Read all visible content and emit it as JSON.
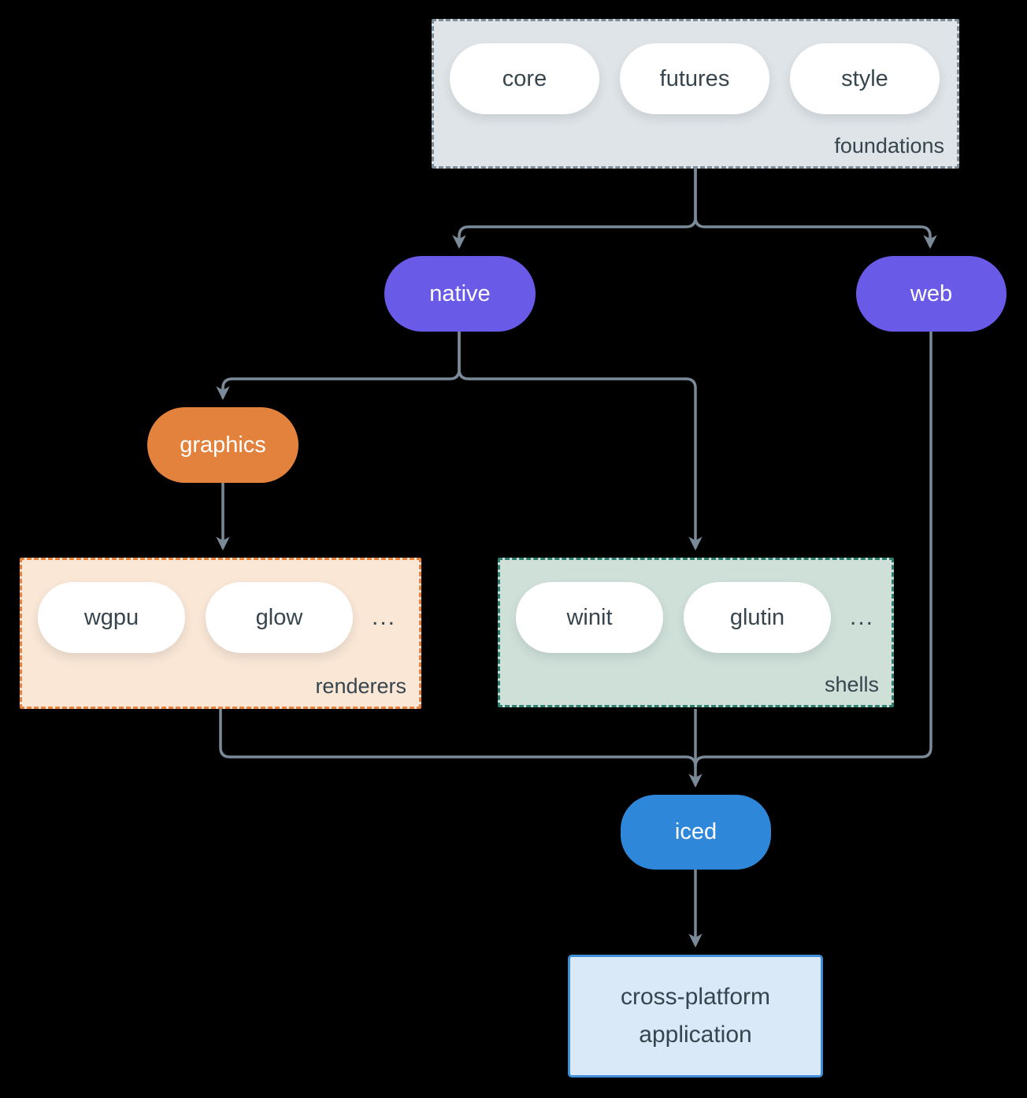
{
  "theme": {
    "bg": "#000000",
    "line": "#7b8a98",
    "text-dark": "#36454e",
    "pill-white": "#ffffff",
    "purple": "#6a5ae8",
    "orange": "#e2823d",
    "blue": "#2e87d8",
    "foundations-bg": "#dfe4e8",
    "foundations-border": "#7e8d9a",
    "renderers-bg": "#fae7d6",
    "renderers-border": "#e8823c",
    "shells-bg": "#cfe0d9",
    "shells-border": "#2f7f70",
    "app-bg": "#d9e9f8",
    "app-border": "#3f8ed8"
  },
  "groups": {
    "foundations": {
      "label": "foundations",
      "pills": [
        {
          "label": "core"
        },
        {
          "label": "futures"
        },
        {
          "label": "style"
        }
      ]
    },
    "renderers": {
      "label": "renderers",
      "pills": [
        {
          "label": "wgpu"
        },
        {
          "label": "glow"
        }
      ],
      "ellipsis": "..."
    },
    "shells": {
      "label": "shells",
      "pills": [
        {
          "label": "winit"
        },
        {
          "label": "glutin"
        }
      ],
      "ellipsis": "..."
    }
  },
  "nodes": {
    "native": {
      "label": "native"
    },
    "web": {
      "label": "web"
    },
    "graphics": {
      "label": "graphics"
    },
    "iced": {
      "label": "iced"
    },
    "application": {
      "line1": "cross-platform",
      "line2": "application"
    }
  },
  "edges": [
    {
      "from": "foundations",
      "to": "native"
    },
    {
      "from": "foundations",
      "to": "web"
    },
    {
      "from": "native",
      "to": "graphics"
    },
    {
      "from": "native",
      "to": "shells"
    },
    {
      "from": "graphics",
      "to": "renderers"
    },
    {
      "from": "renderers",
      "to": "iced"
    },
    {
      "from": "shells",
      "to": "iced"
    },
    {
      "from": "web",
      "to": "iced"
    },
    {
      "from": "iced",
      "to": "application"
    }
  ]
}
